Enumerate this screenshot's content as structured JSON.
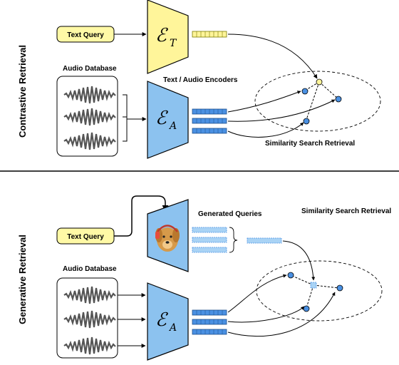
{
  "top": {
    "section_label": "Contrastive Retrieval",
    "text_query": "Text Query",
    "audio_database": "Audio Database",
    "encoders_label": "Text / Audio Encoders",
    "text_encoder_symbol": "ℰ",
    "text_encoder_sub": "T",
    "audio_encoder_symbol": "ℰ",
    "audio_encoder_sub": "A",
    "search_label": "Similarity Search Retrieval"
  },
  "bottom": {
    "section_label": "Generative Retrieval",
    "text_query": "Text Query",
    "generated_queries": "Generated Queries",
    "search_label": "Similarity Search Retrieval",
    "audio_database": "Audio Database",
    "audio_encoder_symbol": "ℰ",
    "audio_encoder_sub": "A"
  },
  "colors": {
    "text_yellow": "#fff59a",
    "audio_blue": "#8cc2ef",
    "embedding_blue": "#4a90e2",
    "query_box": "#fff9a6"
  },
  "icons": [
    "waveform-icon",
    "dog-headphones-icon"
  ]
}
